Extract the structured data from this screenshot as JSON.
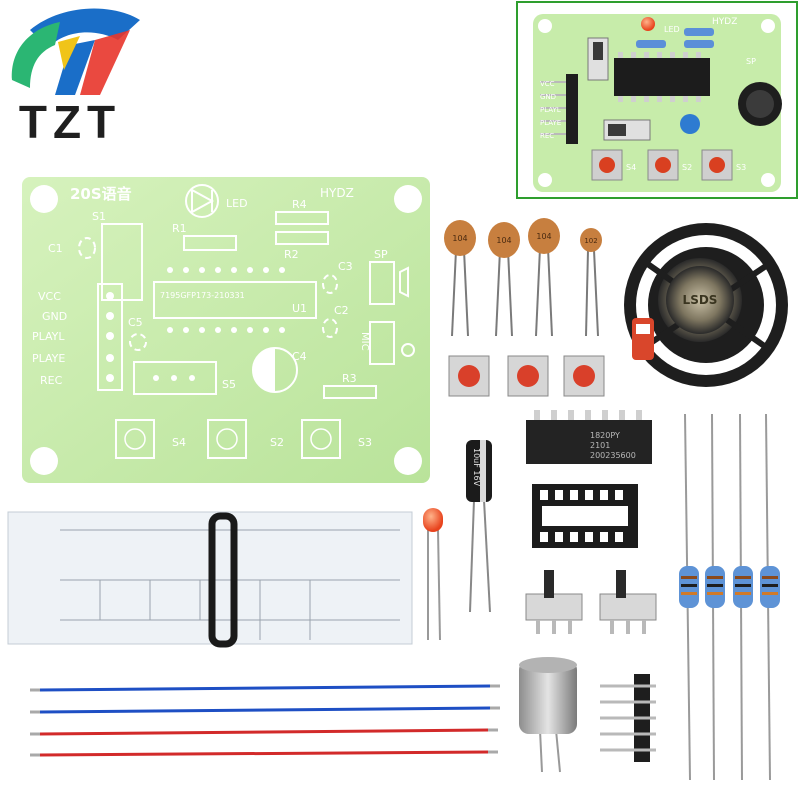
{
  "brand": {
    "logo_text": "TZT",
    "primary_color": "#1a6ec8",
    "accent_colors": [
      "#2bb673",
      "#f0c419",
      "#e8352b"
    ]
  },
  "inset_photo": {
    "border_color": "#2e9e2e",
    "board_labels": {
      "led": "LED",
      "brand": "HYDZ",
      "sp": "SP",
      "pins": [
        "VCC",
        "GND",
        "PLAYL",
        "PLAYE",
        "REC"
      ],
      "buttons": [
        "S4",
        "S2",
        "S3"
      ]
    }
  },
  "pcb": {
    "color": "#c9ecae",
    "title": "20S语音",
    "led_label": "LED",
    "brand": "HYDZ",
    "switch_label": "S1",
    "cap_labels": [
      "C1",
      "C5",
      "C3",
      "C2",
      "C4"
    ],
    "resistor_labels": [
      "R1",
      "R2",
      "R4",
      "R3"
    ],
    "chip_label": "7195GFP173-210331",
    "chip_ref": "U1",
    "speaker_label": "SP",
    "mic_label": "MIC",
    "pin_labels": [
      "VCC",
      "GND",
      "PLAYL",
      "PLAYE",
      "REC"
    ],
    "slide_switch_label": "S5",
    "button_labels": [
      "S4",
      "S2",
      "S3"
    ]
  },
  "parts": {
    "ceramic_caps": [
      "104",
      "104",
      "104",
      "102"
    ],
    "electrolytic": "10uF 16V",
    "ic_text": [
      "1820PY",
      "2101",
      "200235600"
    ],
    "speaker_text": "LSDS",
    "wire_colors": [
      "#1e4fc4",
      "#1e4fc4",
      "#d22a2a",
      "#d22a2a"
    ]
  }
}
